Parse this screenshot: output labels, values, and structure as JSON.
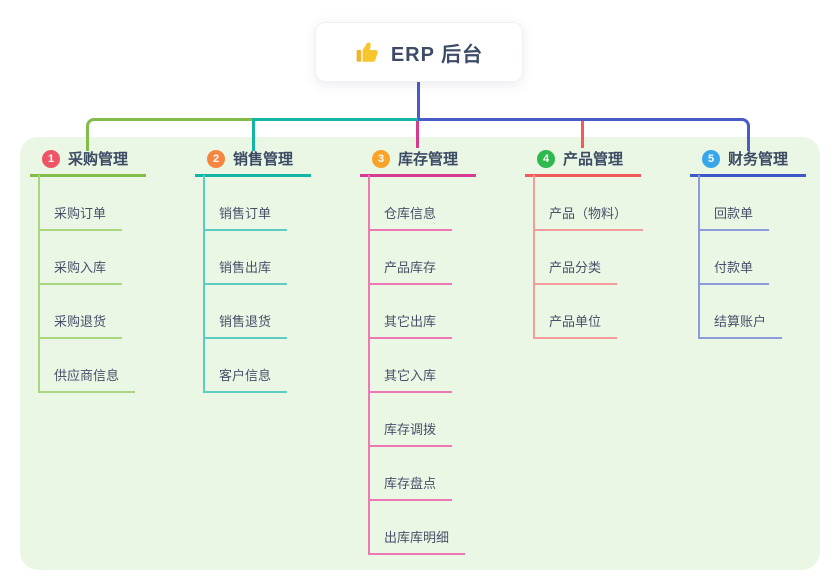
{
  "root": {
    "title": "ERP 后台",
    "icon": "thumbs-up"
  },
  "canvas": {
    "background": "#ffffff",
    "panel_background": "#ebf7e5"
  },
  "connectors": {
    "root_stem": "#4a5bc8",
    "bus_left": "#82bd4a",
    "bus_middle": "#12b5a6",
    "bus_right": "#4a5bc8",
    "drop_branch3": "#d63b92",
    "drop_branch4": "#f15b5b"
  },
  "branches": [
    {
      "number": "1",
      "label": "采购管理",
      "badge_color": "#ee5566",
      "line_color": "#82bd4a",
      "leaf_line_color": "#a9d67f",
      "items": [
        "采购订单",
        "采购入库",
        "采购退货",
        "供应商信息"
      ]
    },
    {
      "number": "2",
      "label": "销售管理",
      "badge_color": "#f6853f",
      "line_color": "#12b5a6",
      "leaf_line_color": "#5fccc1",
      "items": [
        "销售订单",
        "销售出库",
        "销售退货",
        "客户信息"
      ]
    },
    {
      "number": "3",
      "label": "库存管理",
      "badge_color": "#f8a42a",
      "line_color": "#d63b92",
      "leaf_line_color": "#ec79b4",
      "items": [
        "仓库信息",
        "产品库存",
        "其它出库",
        "其它入库",
        "库存调拨",
        "库存盘点",
        "出库库明细"
      ]
    },
    {
      "number": "4",
      "label": "产品管理",
      "badge_color": "#2eb84e",
      "line_color": "#f15b5b",
      "leaf_line_color": "#f59b9b",
      "items": [
        "产品（物料）",
        "产品分类",
        "产品单位"
      ]
    },
    {
      "number": "5",
      "label": "财务管理",
      "badge_color": "#38a7ea",
      "line_color": "#3e57c9",
      "leaf_line_color": "#8b9bdc",
      "items": [
        "回款单",
        "付款单",
        "结算账户"
      ]
    }
  ]
}
